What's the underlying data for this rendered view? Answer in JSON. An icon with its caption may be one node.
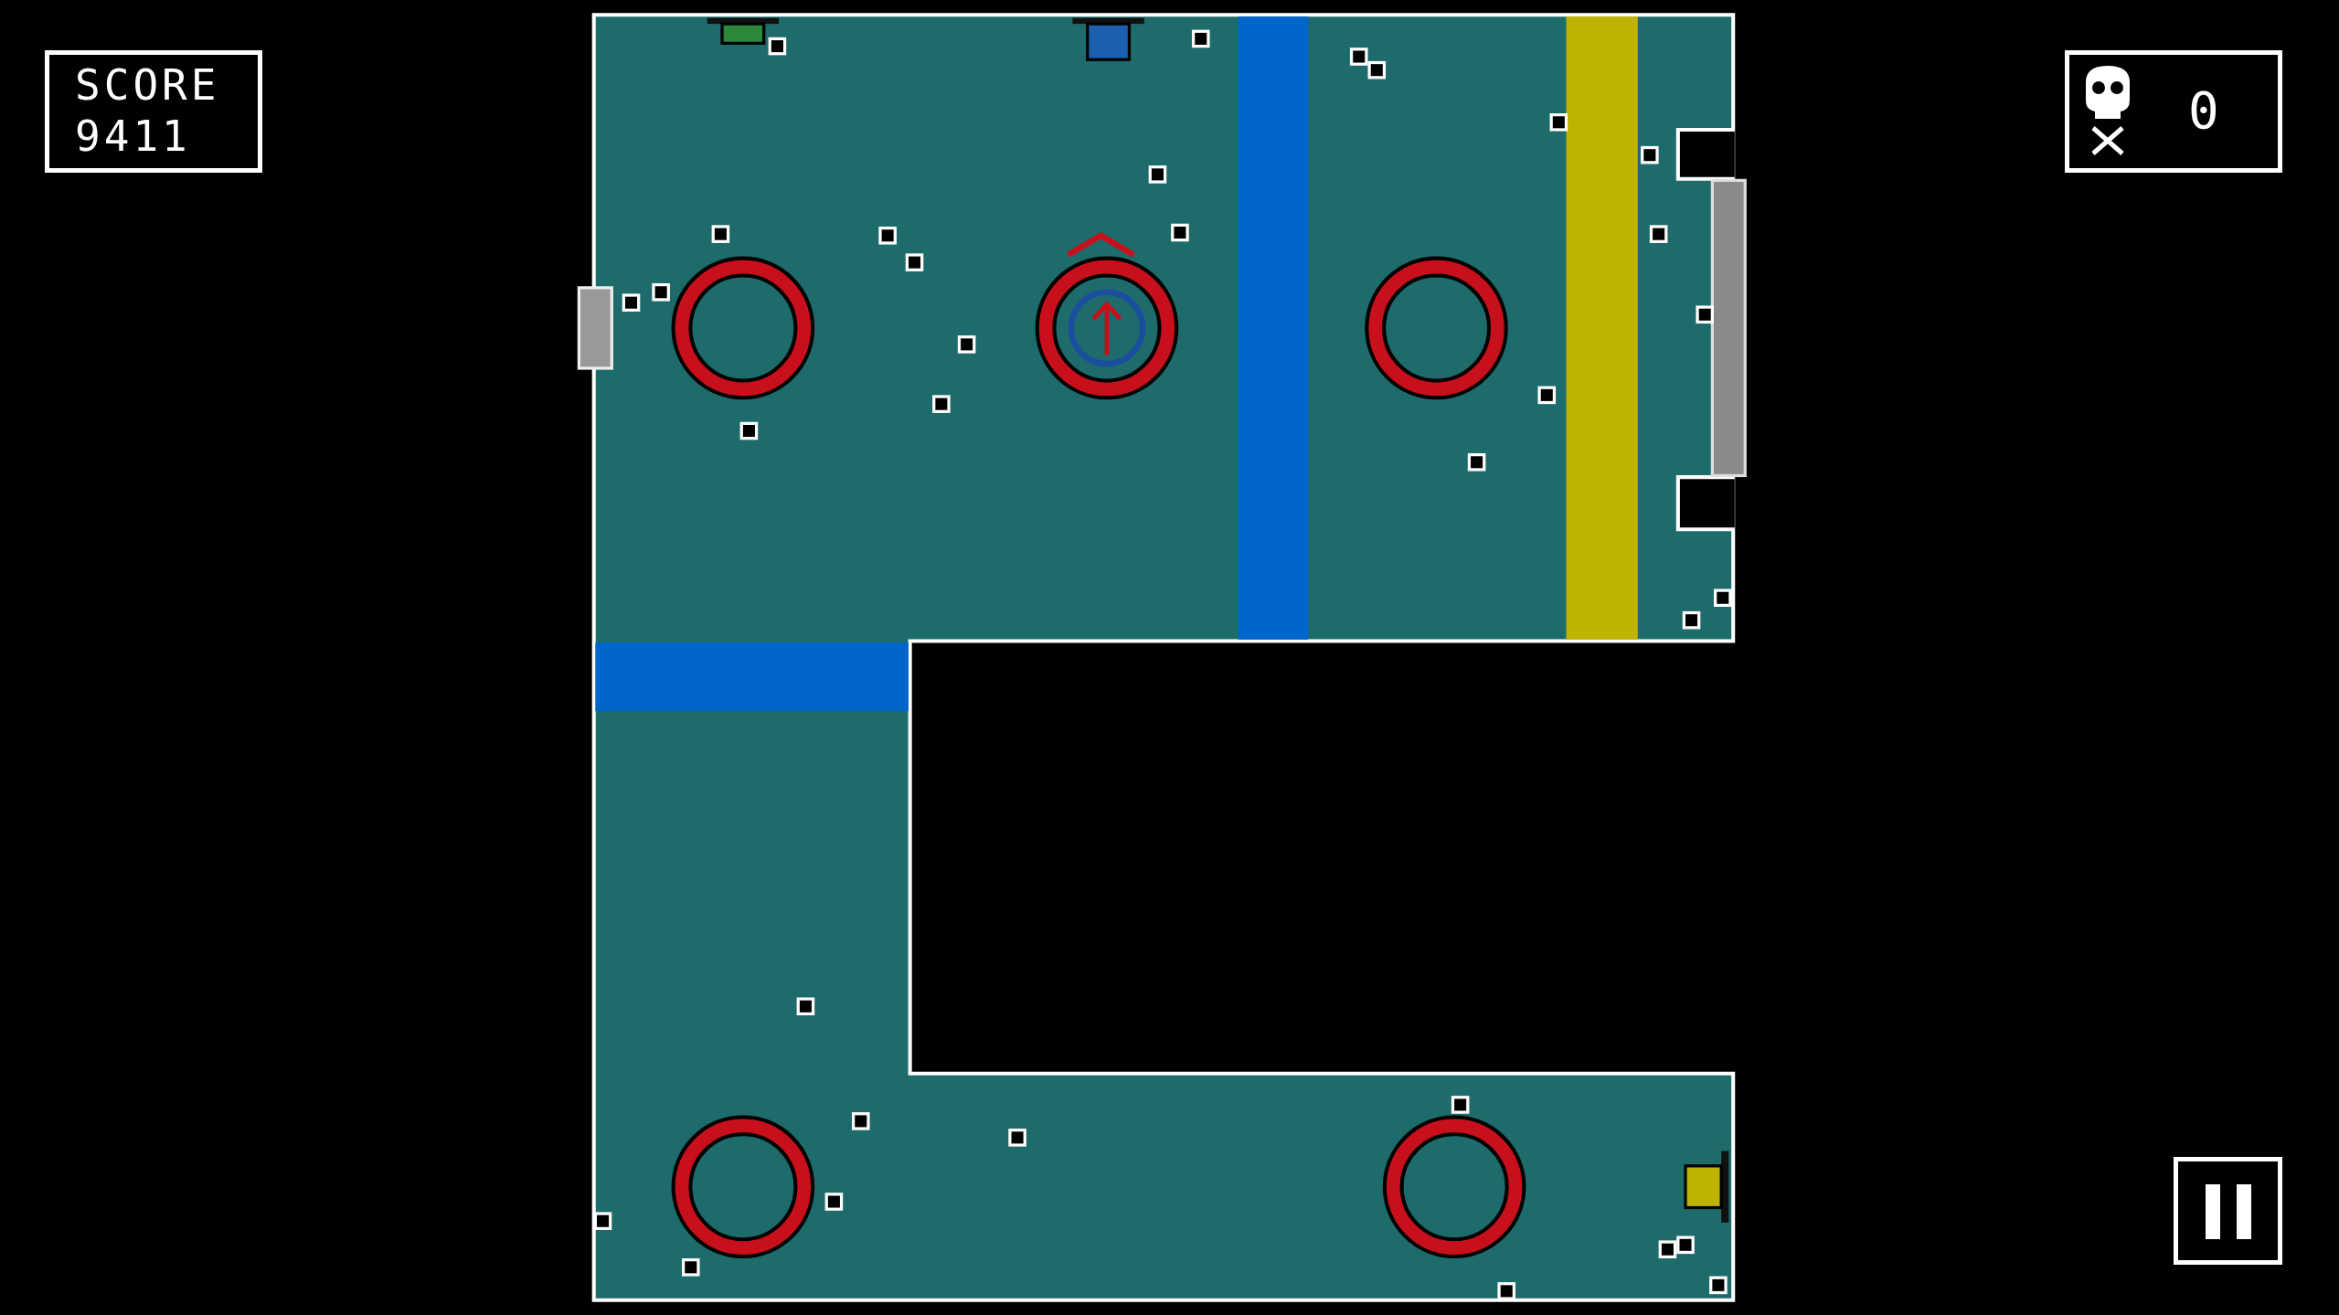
{
  "diagram": {
    "nodes": [
      {
        "text": [
          "SCORE",
          "9411"
        ]
      },
      {
        "text": [
          "0"
        ]
      }
    ]
  }
}
